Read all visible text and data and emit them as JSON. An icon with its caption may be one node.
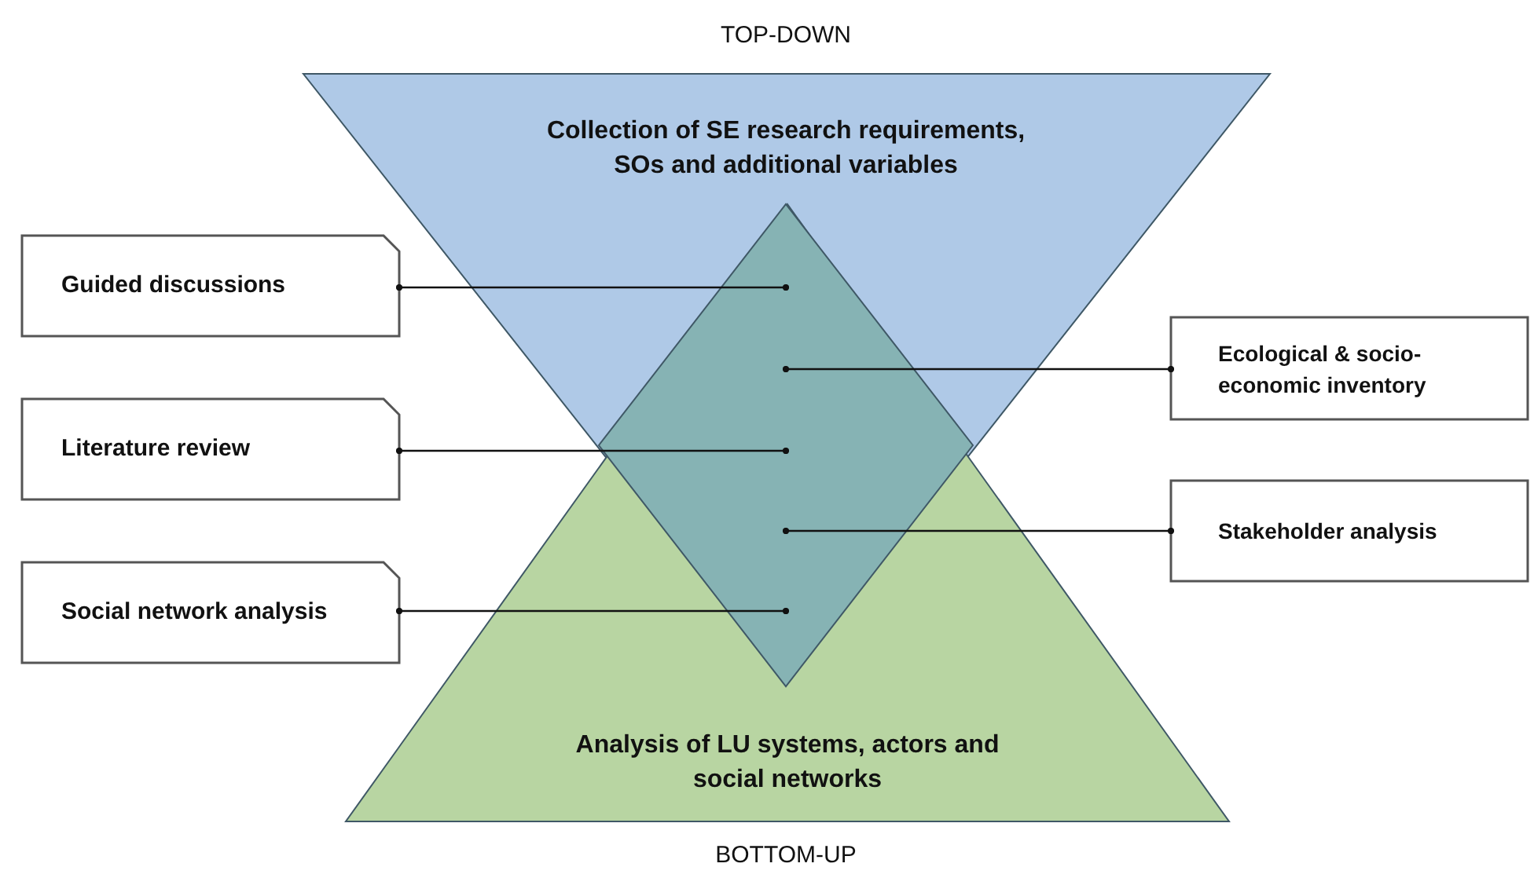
{
  "diagram": {
    "nodes": [
      {
        "text": [
          "Collection of SE research requirements, SOs and additional variables"
        ]
      },
      {
        "text": [
          "Analysis of LU systems, actors and social networks"
        ]
      },
      {
        "text": [],
        "shape": "diamond"
      },
      {
        "text": [
          "Guided discussions"
        ]
      },
      {
        "text": [
          "Literature review"
        ]
      },
      {
        "text": [
          "Social network analysis"
        ]
      },
      {
        "text": [
          "Ecological & socio-economic inventory"
        ]
      },
      {
        "text": [
          "Stakeholder analysis"
        ]
      }
    ],
    "edges": [
      {
        "from": 3,
        "to": 2,
        "arrow": "other"
      },
      {
        "from": 4,
        "to": 2,
        "arrow": "other"
      },
      {
        "from": 5,
        "to": 2,
        "arrow": "other"
      },
      {
        "from": 6,
        "to": 2,
        "arrow": "other"
      },
      {
        "from": 7,
        "to": 2,
        "arrow": "other"
      }
    ],
    "labels": [
      "TOP-DOWN",
      "BOTTOM-UP"
    ]
  }
}
